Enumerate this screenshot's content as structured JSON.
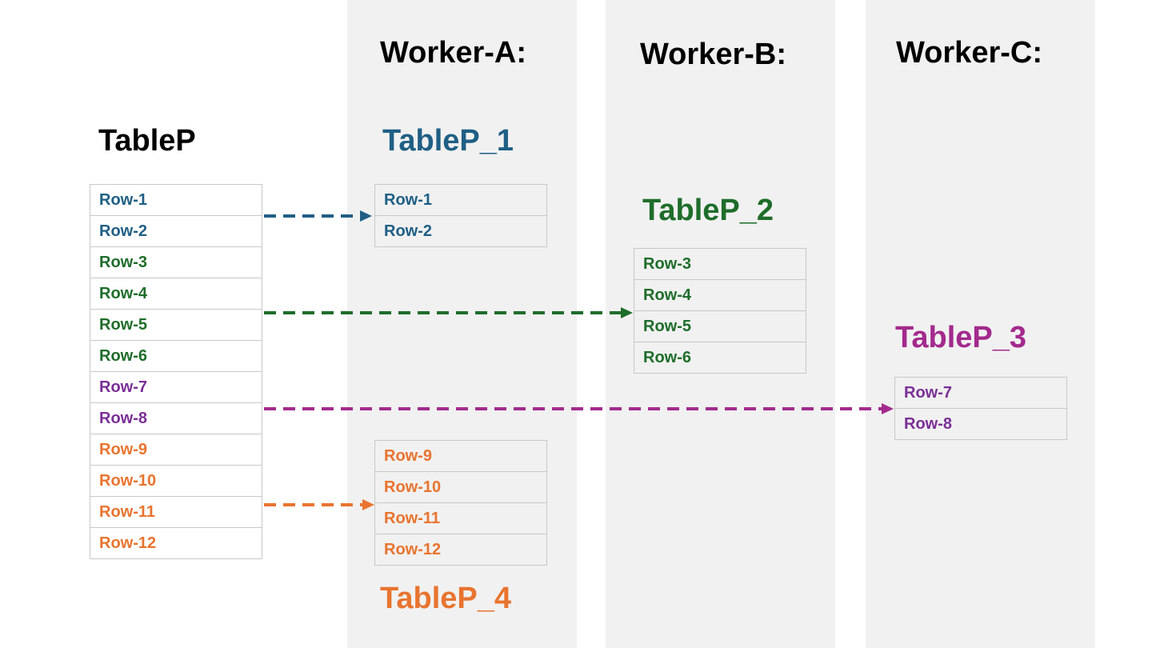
{
  "colors": {
    "blue": "#1f5f85",
    "green": "#1e6d2a",
    "purple": "#7a2f97",
    "magenta": "#a32a8d",
    "orange": "#e8742f",
    "column_bg": "#f1f1f1"
  },
  "workers": {
    "a": "Worker-A:",
    "b": "Worker-B:",
    "c": "Worker-C:"
  },
  "source": {
    "title": "TableP",
    "rows": [
      "Row-1",
      "Row-2",
      "Row-3",
      "Row-4",
      "Row-5",
      "Row-6",
      "Row-7",
      "Row-8",
      "Row-9",
      "Row-10",
      "Row-11",
      "Row-12"
    ],
    "row_colors": [
      "blue",
      "blue",
      "green",
      "green",
      "green",
      "green",
      "purple",
      "purple",
      "orange",
      "orange",
      "orange",
      "orange"
    ]
  },
  "partitions": {
    "p1": {
      "title": "TableP_1",
      "color": "blue",
      "rows": [
        "Row-1",
        "Row-2"
      ]
    },
    "p2": {
      "title": "TableP_2",
      "color": "green",
      "rows": [
        "Row-3",
        "Row-4",
        "Row-5",
        "Row-6"
      ]
    },
    "p3": {
      "title": "TableP_3",
      "color": "magenta",
      "row_color": "purple",
      "rows": [
        "Row-7",
        "Row-8"
      ]
    },
    "p4": {
      "title": "TableP_4",
      "color": "orange",
      "rows": [
        "Row-9",
        "Row-10",
        "Row-11",
        "Row-12"
      ]
    }
  }
}
